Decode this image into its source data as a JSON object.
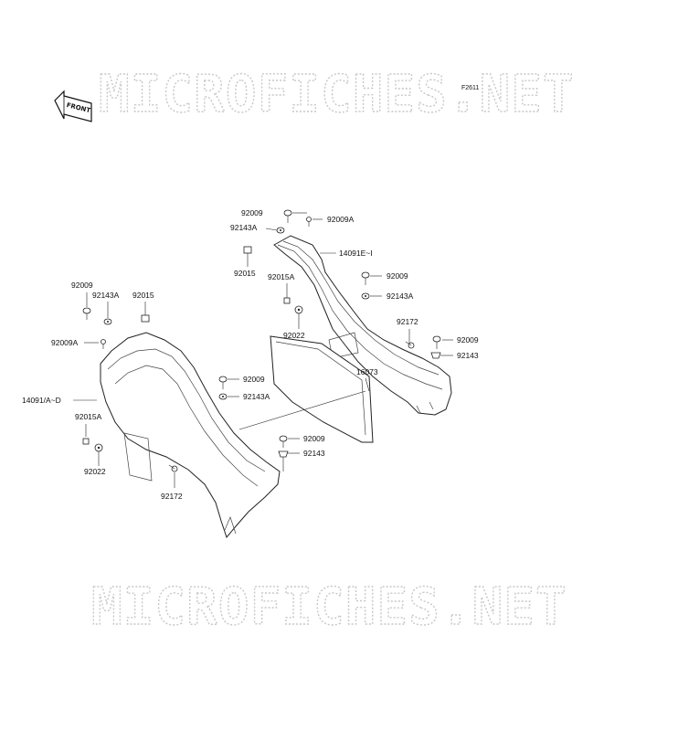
{
  "watermark": {
    "top_text": "MICROFICHES.NET",
    "bottom_text": "MICROFICHES.NET"
  },
  "front_marker": {
    "label": "FRONT"
  },
  "figure_code": "F2611",
  "labels": {
    "r_92009_top": "92009",
    "r_92009A_top": "92009A",
    "r_92143A_top": "92143A",
    "r_14091EI": "14091E~I",
    "r_92015": "92015",
    "r_92015A": "92015A",
    "r_92009_mid": "92009",
    "r_92143A_mid": "92143A",
    "r_92022": "92022",
    "r_92172": "92172",
    "r_92009_low": "92009",
    "r_92143_low": "92143",
    "r_16073": "16073",
    "l_92009_top": "92009",
    "l_92143A_top": "92143A",
    "l_92015_top": "92015",
    "l_92009A": "92009A",
    "l_14091AD": "14091/A~D",
    "l_92015A": "92015A",
    "l_92022": "92022",
    "l_92172": "92172",
    "c_92009_a": "92009",
    "c_92143A_a": "92143A",
    "c_92009_b": "92009",
    "c_92143_b": "92143"
  }
}
